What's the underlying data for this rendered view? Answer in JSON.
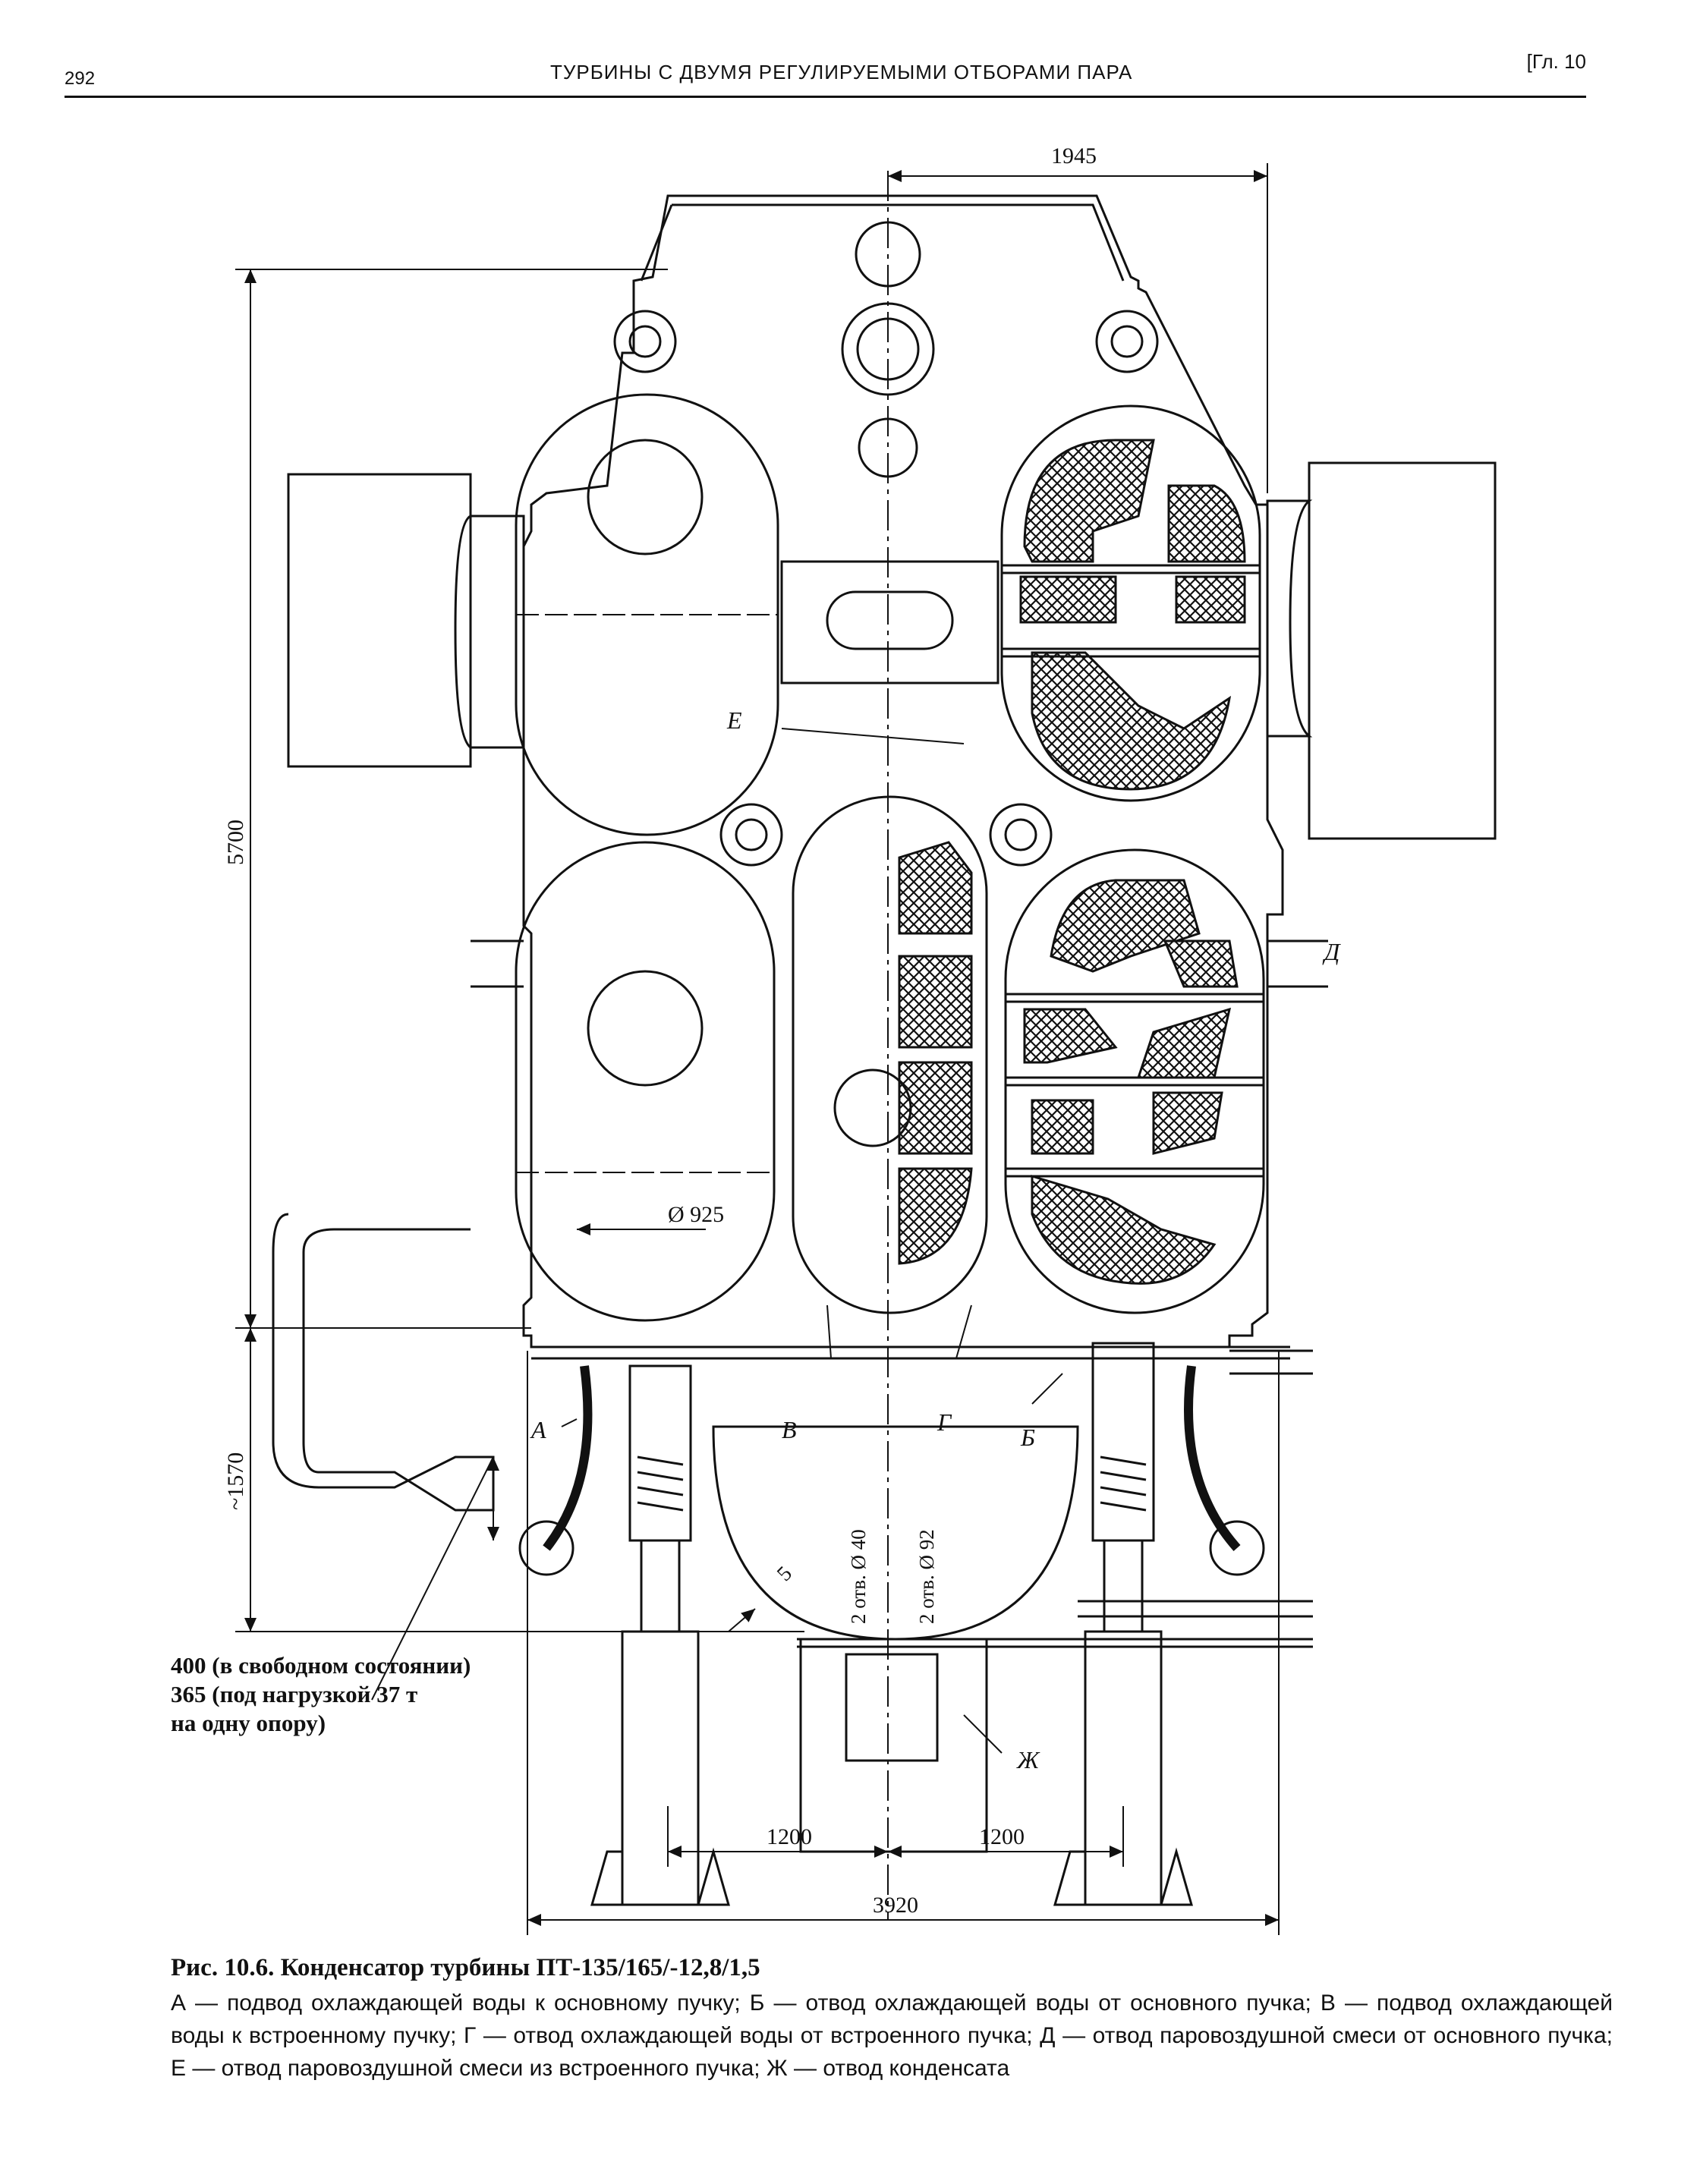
{
  "header": {
    "page_number": "292",
    "running_title": "ТУРБИНЫ С ДВУМЯ РЕГУЛИРУЕМЫМИ ОТБОРАМИ ПАРА",
    "chapter": "[Гл. 10"
  },
  "figure": {
    "dimensions": {
      "top_width": "1945",
      "height_total": "5700",
      "height_lower": "~1570",
      "half_left": "1200",
      "half_right": "1200",
      "base_width": "3920",
      "diameter": "Ø 925",
      "wall": "5",
      "holes_small": "2 отв. Ø 40",
      "holes_large": "2 отв. Ø 92"
    },
    "letters": {
      "a": "А",
      "b": "Б",
      "v": "В",
      "g": "Г",
      "d": "Д",
      "e": "Е",
      "zh": "Ж"
    },
    "spring_note": {
      "line1": "400 (в свободном состоянии)",
      "line2": "365 (под нагрузкой 37 т",
      "line3": "на одну опору)"
    }
  },
  "caption": {
    "title": "Рис. 10.6. Конденсатор турбины ПТ-135/165/-12,8/1,5",
    "body": "А — подвод охлаждающей воды к основному пучку; Б — отвод охлаждающей воды от основного пучка; В — подвод охлаждающей воды к встроенному пучку; Г — отвод охлаждающей воды от встроенного пучка; Д — отвод паровоздушной смеси от основного пучка; Е — отвод паровоздушной смеси из встроенного пучка; Ж — отвод конденсата"
  }
}
